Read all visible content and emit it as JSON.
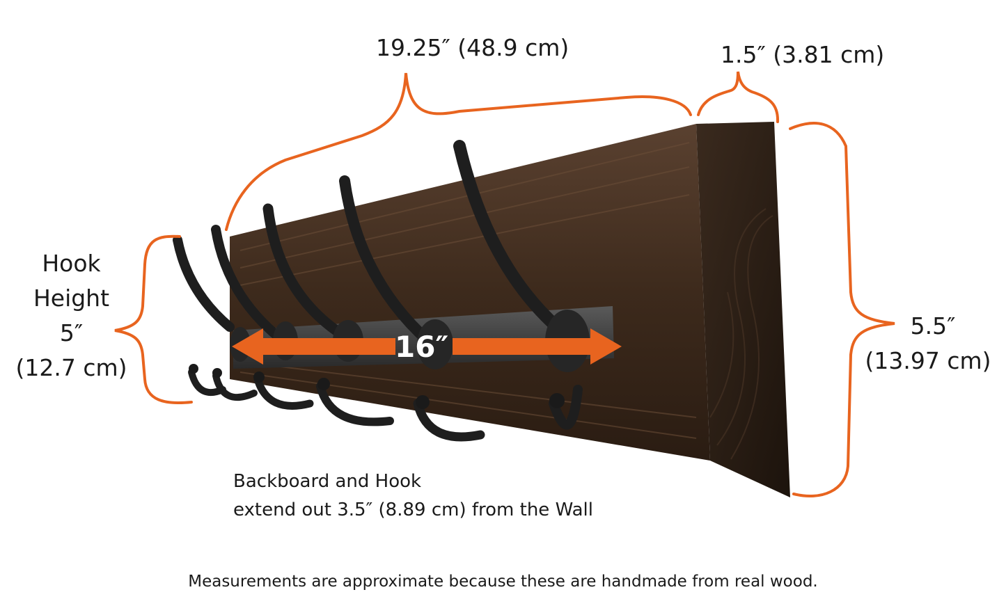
{
  "dimensions": {
    "length_label": "19.25″ (48.9 cm)",
    "depth_label": "1.5″ (3.81 cm)",
    "height_label_line1": "5.5″",
    "height_label_line2": "(13.97 cm)",
    "hook_label_line1": "Hook",
    "hook_label_line2": "Height",
    "hook_label_line3": "5″",
    "hook_label_line4": "(12.7 cm)",
    "hook_span_label": "16″"
  },
  "notes": {
    "extend_line1": "Backboard and Hook",
    "extend_line2": "extend out 3.5″ (8.89 cm) from the Wall",
    "disclaimer": "Measurements are approximate because these are handmade from real wood."
  },
  "colors": {
    "accent": "#e8641f",
    "wood_dark": "#2b1d12",
    "wood_mid": "#4a3322",
    "hook_metal": "#1e1e1e",
    "plate_metal": "#3c3c3c"
  }
}
